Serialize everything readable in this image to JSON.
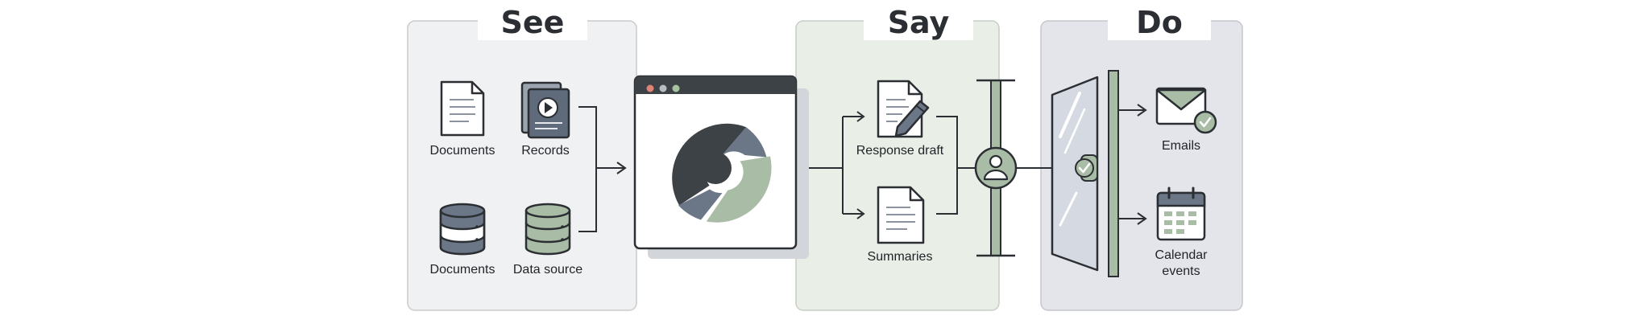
{
  "sections": {
    "see": {
      "title": "See"
    },
    "say": {
      "title": "Say"
    },
    "do": {
      "title": "Do"
    }
  },
  "see_items": {
    "documents_1": "Documents",
    "records": "Records",
    "documents_2": "Documents",
    "data_source": "Data source"
  },
  "say_items": {
    "response_draft": "Response draft",
    "summaries": "Summaries"
  },
  "do_items": {
    "emails": "Emails",
    "calendar_line1": "Calendar",
    "calendar_line2": "events"
  },
  "colors": {
    "see_panel": "#f0f1f2",
    "say_panel": "#e9eee6",
    "do_panel": "#e3e5ea",
    "slate": "#6b7787",
    "sage": "#9db39a",
    "dark": "#3d4247",
    "outline": "#2b2f33"
  },
  "icons": [
    "document-icon",
    "records-icon",
    "database-icon",
    "data-source-icon",
    "app-window-icon",
    "edit-document-icon",
    "summary-document-icon",
    "user-gate-icon",
    "glass-door-icon",
    "email-icon",
    "calendar-icon"
  ]
}
